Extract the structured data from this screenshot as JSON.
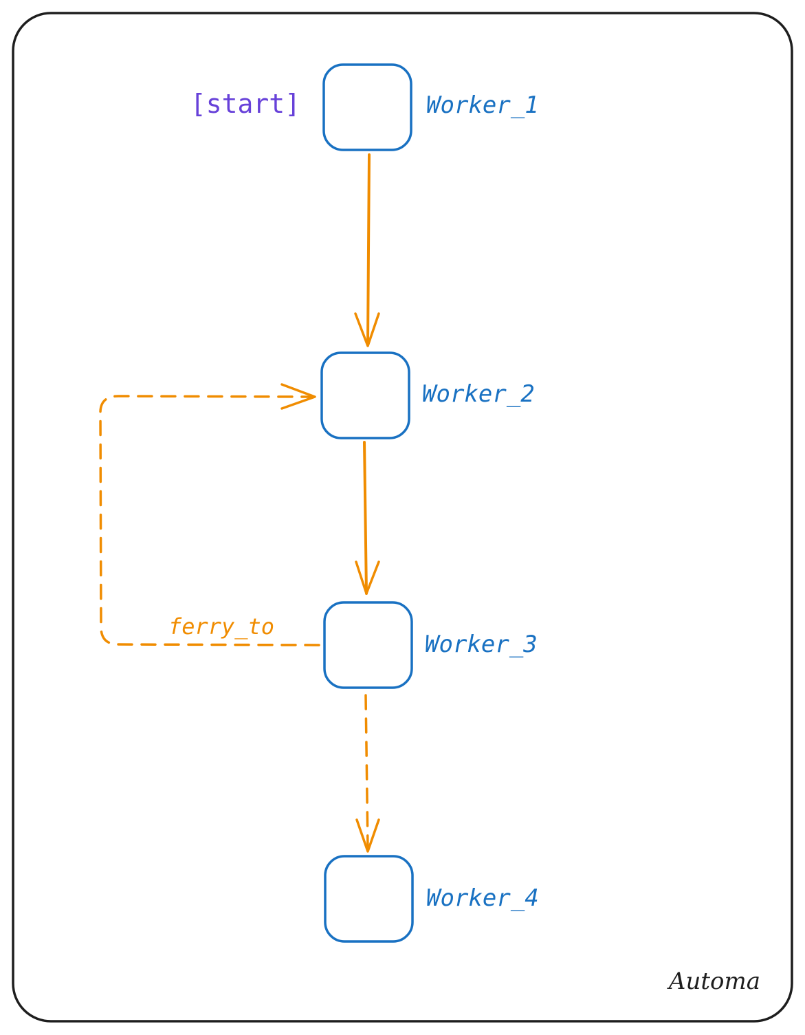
{
  "colors": {
    "frame": "#1e1e1e",
    "node": "#1971c2",
    "edge": "#f08c00",
    "start": "#6741d9",
    "brand": "#1e1e1e"
  },
  "start_label": "[start]",
  "nodes": [
    {
      "id": "worker_1",
      "label": "Worker_1"
    },
    {
      "id": "worker_2",
      "label": "Worker_2"
    },
    {
      "id": "worker_3",
      "label": "Worker_3"
    },
    {
      "id": "worker_4",
      "label": "Worker_4"
    }
  ],
  "edges": [
    {
      "from": "worker_1",
      "to": "worker_2",
      "style": "solid",
      "label": ""
    },
    {
      "from": "worker_2",
      "to": "worker_3",
      "style": "solid",
      "label": ""
    },
    {
      "from": "worker_3",
      "to": "worker_2",
      "style": "dashed",
      "label": "ferry_to"
    },
    {
      "from": "worker_3",
      "to": "worker_4",
      "style": "dashed",
      "label": ""
    }
  ],
  "brand": "Automa"
}
